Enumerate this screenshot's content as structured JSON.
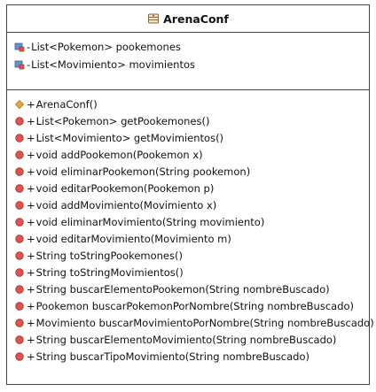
{
  "class": {
    "name": "ArenaConf",
    "attributes": [
      {
        "visibility": "-",
        "text": "List<Pokemon> pookemones",
        "icon": "private-field-icon"
      },
      {
        "visibility": "-",
        "text": "List<Movimiento> movimientos",
        "icon": "private-field-icon"
      }
    ],
    "methods": [
      {
        "visibility": "+",
        "text": "ArenaConf()",
        "icon": "constructor-icon"
      },
      {
        "visibility": "+",
        "text": "List<Pokemon> getPookemones()",
        "icon": "public-method-icon"
      },
      {
        "visibility": "+",
        "text": "List<Movimiento> getMovimientos()",
        "icon": "public-method-icon"
      },
      {
        "visibility": "+",
        "text": "void addPookemon(Pookemon x)",
        "icon": "public-method-icon"
      },
      {
        "visibility": "+",
        "text": "void eliminarPookemon(String pookemon)",
        "icon": "public-method-icon"
      },
      {
        "visibility": "+",
        "text": "void editarPookemon(Pookemon p)",
        "icon": "public-method-icon"
      },
      {
        "visibility": "+",
        "text": "void addMovimiento(Movimiento x)",
        "icon": "public-method-icon"
      },
      {
        "visibility": "+",
        "text": "void eliminarMovimiento(String movimiento)",
        "icon": "public-method-icon"
      },
      {
        "visibility": "+",
        "text": "void editarMovimiento(Movimiento m)",
        "icon": "public-method-icon"
      },
      {
        "visibility": "+",
        "text": "String toStringPookemones()",
        "icon": "public-method-icon"
      },
      {
        "visibility": "+",
        "text": "String toStringMovimientos()",
        "icon": "public-method-icon"
      },
      {
        "visibility": "+",
        "text": "String buscarElementoPookemon(String nombreBuscado)",
        "icon": "public-method-icon"
      },
      {
        "visibility": "+",
        "text": "Pookemon buscarPokemonPorNombre(String nombreBuscado)",
        "icon": "public-method-icon"
      },
      {
        "visibility": "+",
        "text": "Movimiento buscarMovimientoPorNombre(String nombreBuscado)",
        "icon": "public-method-icon"
      },
      {
        "visibility": "+",
        "text": "String buscarElementoMovimiento(String nombreBuscado)",
        "icon": "public-method-icon"
      },
      {
        "visibility": "+",
        "text": "String buscarTipoMovimiento(String nombreBuscado)",
        "icon": "public-method-icon"
      }
    ]
  },
  "colors": {
    "border": "#444444",
    "method_icon": "#e0524f",
    "constructor_icon": "#e8a63a",
    "field_icon_blue": "#6a8fc9",
    "field_icon_red": "#d9534f"
  }
}
